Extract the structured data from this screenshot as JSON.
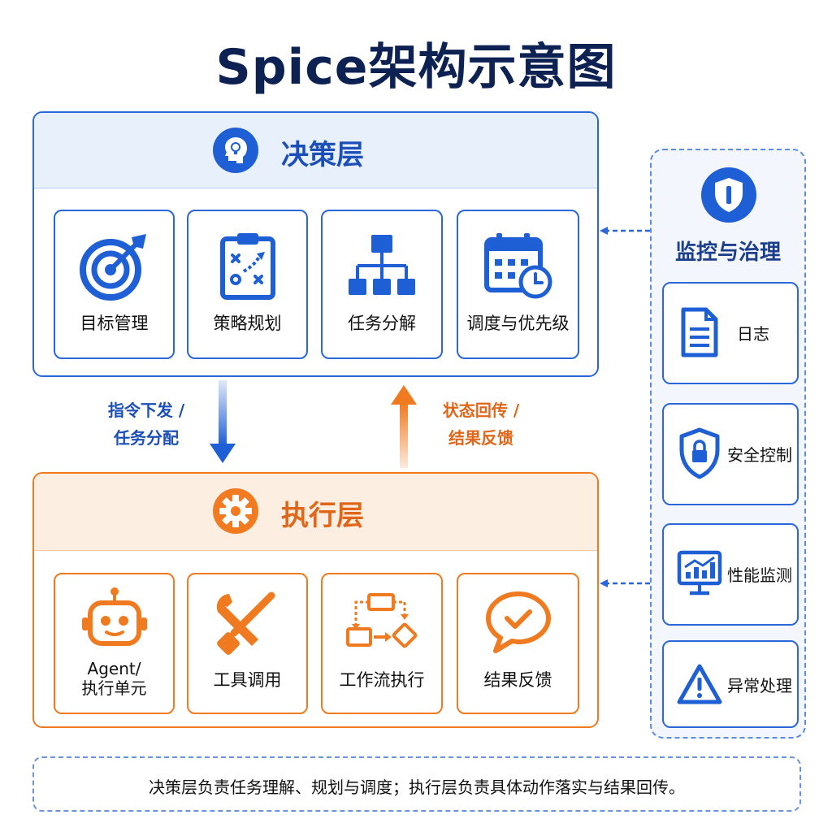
{
  "title": "Spice架构示意图",
  "decision_layer": {
    "title": "决策层",
    "icon": "head-lightbulb-icon",
    "items": [
      {
        "label": "目标管理",
        "icon": "target-icon"
      },
      {
        "label": "策略规划",
        "icon": "clipboard-strategy-icon"
      },
      {
        "label": "任务分解",
        "icon": "hierarchy-icon"
      },
      {
        "label": "调度与优先级",
        "icon": "calendar-clock-icon"
      }
    ]
  },
  "execution_layer": {
    "title": "执行层",
    "icon": "gear-icon",
    "items": [
      {
        "label_line1": "Agent/",
        "label_line2": "执行单元",
        "icon": "robot-icon"
      },
      {
        "label": "工具调用",
        "icon": "tools-icon"
      },
      {
        "label": "工作流执行",
        "icon": "workflow-icon"
      },
      {
        "label": "结果反馈",
        "icon": "chat-check-icon"
      }
    ]
  },
  "down_arrow": {
    "line1": "指令下发 /",
    "line2": "任务分配"
  },
  "up_arrow": {
    "line1": "状态回传 /",
    "line2": "结果反馈"
  },
  "monitoring": {
    "title": "监控与治理",
    "icon": "shield-icon",
    "items": [
      {
        "label": "日志",
        "icon": "document-icon"
      },
      {
        "label": "安全控制",
        "icon": "shield-lock-icon"
      },
      {
        "label": "性能监测",
        "icon": "monitor-chart-icon"
      },
      {
        "label": "异常处理",
        "icon": "warning-icon"
      }
    ]
  },
  "footer": "决策层负责任务理解、规划与调度；执行层负责具体动作落实与结果回传。",
  "colors": {
    "blue": "#2a67d9",
    "orange": "#f07a1f",
    "navy": "#0d2252"
  }
}
